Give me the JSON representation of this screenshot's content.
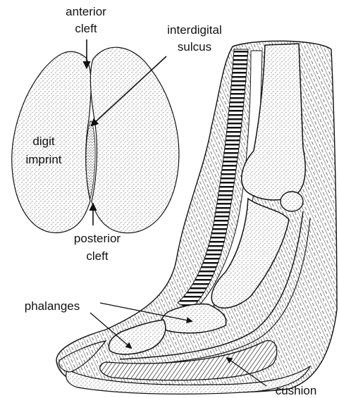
{
  "labels": {
    "anterior_cleft": [
      "anterior",
      "cleft"
    ],
    "interdigital_sulcus": [
      "interdigital",
      "sulcus"
    ],
    "digit_imprint": [
      "digit",
      "imprint"
    ],
    "posterior_cleft": [
      "posterior",
      "cleft"
    ],
    "phalanges": "phalanges",
    "cushion": "cushion"
  },
  "colors": {
    "ink": "#111111",
    "paper": "#ffffff"
  }
}
